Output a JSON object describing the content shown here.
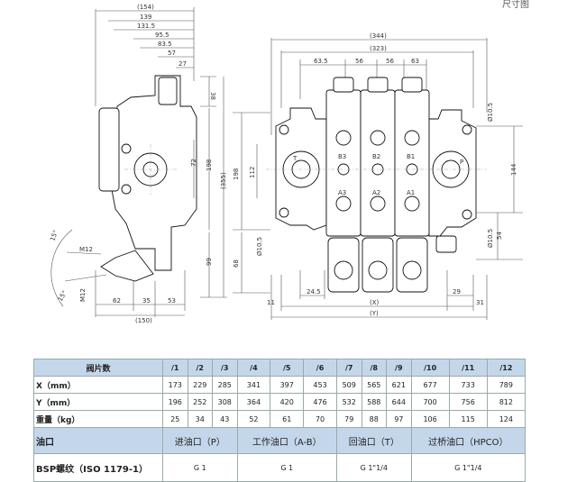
{
  "corner_text": "尺寸图",
  "side_view": {
    "top_dims": [
      "(154)",
      "139",
      "131.5",
      "95.5",
      "83.5",
      "57",
      "27"
    ],
    "right_dims": [
      "38",
      "72",
      "198",
      "(355)",
      "99"
    ],
    "bottom_dims": [
      "62",
      "35",
      "53",
      "(150)"
    ],
    "port_dims": [
      "15°",
      "M12",
      "M12",
      "15°"
    ]
  },
  "front_view": {
    "top_dims": [
      "(344)",
      "(323)",
      "63.5",
      "56",
      "56",
      "63"
    ],
    "left_dims": [
      "198",
      "112",
      "68",
      "Ø10.5"
    ],
    "right_dims": [
      "Ø10.5",
      "144",
      "54",
      "Ø10.5"
    ],
    "bottom_dims": [
      "11",
      "24.5",
      "29",
      "31",
      "(X)",
      "(Y)"
    ],
    "port_labels": [
      "T",
      "B3",
      "B2",
      "B1",
      "P",
      "A3",
      "A2",
      "A1"
    ]
  },
  "table": {
    "header": [
      "阀片数",
      "/1",
      "/2",
      "/3",
      "/4",
      "/5",
      "/6",
      "/7",
      "/8",
      "/9",
      "/10",
      "/11",
      "/12"
    ],
    "rows": [
      {
        "label": "X（mm）",
        "values": [
          "173",
          "229",
          "285",
          "341",
          "397",
          "453",
          "509",
          "565",
          "621",
          "677",
          "733",
          "789"
        ]
      },
      {
        "label": "Y（mm）",
        "values": [
          "196",
          "252",
          "308",
          "364",
          "420",
          "476",
          "532",
          "588",
          "644",
          "700",
          "756",
          "812"
        ]
      },
      {
        "label": "重量（kg）",
        "values": [
          "25",
          "34",
          "43",
          "52",
          "61",
          "70",
          "79",
          "88",
          "97",
          "106",
          "115",
          "124"
        ]
      }
    ],
    "ports_header": {
      "col0": "油口",
      "col1": "进油口（P）",
      "col2": "工作油口（A-B）",
      "col3": "回油口（T）",
      "col4": "过桥油口（HPCO）"
    },
    "bsp_row": {
      "label": "BSP螺纹（ISO 1179-1）",
      "values": [
        "G 1",
        "G 1",
        "G 1\"1/4",
        "G 1\"1/4"
      ]
    }
  }
}
